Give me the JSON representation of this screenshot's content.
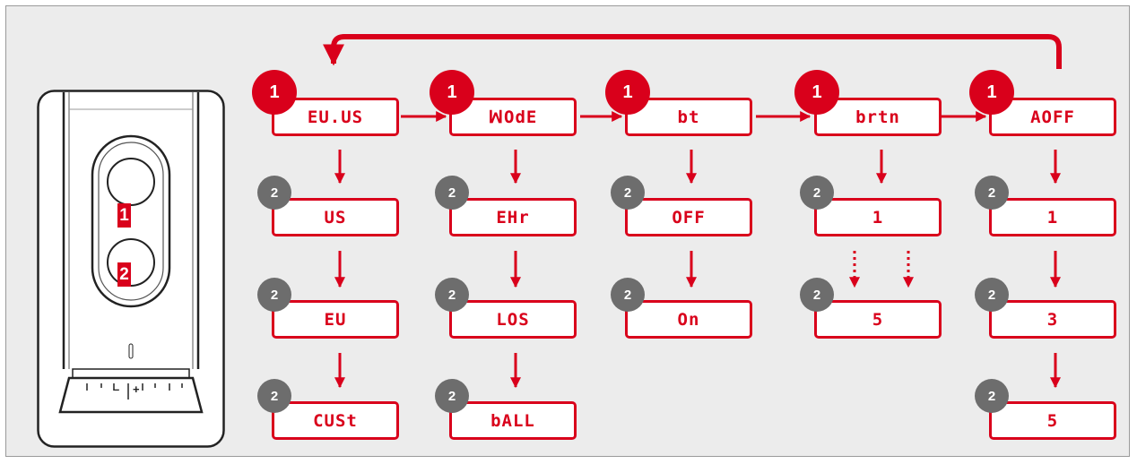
{
  "colors": {
    "accent": "#d9001b",
    "badge_secondary": "#6d6d6d",
    "background": "#ececec"
  },
  "device": {
    "button_1": "1",
    "button_2": "2",
    "dial_minus": "–",
    "dial_plus": "+"
  },
  "columns": [
    {
      "header_badge": "1",
      "header": "EU.US",
      "options": [
        {
          "badge": "2",
          "label": "US"
        },
        {
          "badge": "2",
          "label": "EU"
        },
        {
          "badge": "2",
          "label": "CUSt"
        }
      ]
    },
    {
      "header_badge": "1",
      "header": "ꟽOdE",
      "options": [
        {
          "badge": "2",
          "label": "EHr"
        },
        {
          "badge": "2",
          "label": "LOS"
        },
        {
          "badge": "2",
          "label": "bALL"
        }
      ]
    },
    {
      "header_badge": "1",
      "header": "bt",
      "options": [
        {
          "badge": "2",
          "label": "OFF"
        },
        {
          "badge": "2",
          "label": "On"
        }
      ]
    },
    {
      "header_badge": "1",
      "header": "brtn",
      "options": [
        {
          "badge": "2",
          "label": "1"
        },
        {
          "badge": "2",
          "label": "5"
        }
      ]
    },
    {
      "header_badge": "1",
      "header": "AOFF",
      "options": [
        {
          "badge": "2",
          "label": "1"
        },
        {
          "badge": "2",
          "label": "3"
        },
        {
          "badge": "2",
          "label": "5"
        }
      ]
    }
  ]
}
